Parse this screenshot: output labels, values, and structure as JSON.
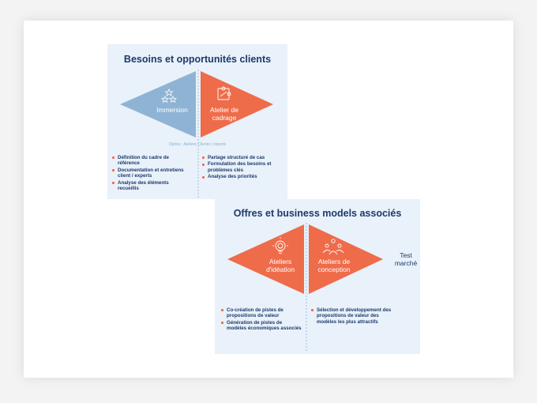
{
  "colors": {
    "blue": "#8fb3d4",
    "orange": "#ef6c4a",
    "panel": "#e9f1fa",
    "title": "#1d3a6b"
  },
  "top": {
    "title": "Besoins et opportunités clients",
    "left_shape": {
      "label": "Immersion",
      "icon": "stars-icon"
    },
    "right_shape": {
      "label_line1": "Atelier de",
      "label_line2": "cadrage",
      "icon": "puzzle-icon"
    },
    "subnote": "Option : Ateliers Clients / experts",
    "left_bullets": [
      "Définition du cadre de référence",
      "Documentation et entretiens client / experts",
      "Analyse des éléments recueillis"
    ],
    "right_bullets": [
      "Partage structuré de cas",
      "Formulation des besoins et problèmes clés",
      "Analyse des priorités"
    ]
  },
  "bottom": {
    "title": "Offres et business models associés",
    "left_shape": {
      "label_line1": "Ateliers",
      "label_line2": "d'idéation",
      "icon": "lightbulb-icon"
    },
    "right_shape": {
      "label_line1": "Ateliers de",
      "label_line2": "conception",
      "icon": "team-icon"
    },
    "outside_label": {
      "line1": "Test",
      "line2": "marché"
    },
    "left_bullets": [
      "Co-création de pistes de propositions de valeur",
      "Génération de pistes de modèles économiques associés"
    ],
    "right_bullets": [
      "Sélection et développement des propositions de valeur des modèles les plus attractifs"
    ]
  }
}
